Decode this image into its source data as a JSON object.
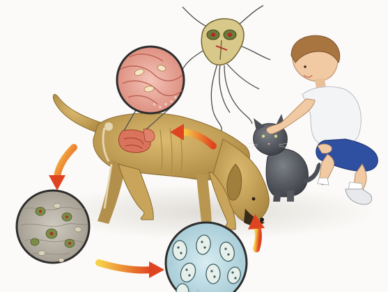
{
  "illustration": {
    "subject": "giardia-lifecycle-dog-cat-child",
    "parts": [
      {
        "name": "giardia-trophozoite",
        "color": "#d8c98a"
      },
      {
        "name": "intestine-closeup-magnifier",
        "color": "#e8a79a"
      },
      {
        "name": "dog",
        "color": "#c9a55b"
      },
      {
        "name": "cat",
        "color": "#5a5d63"
      },
      {
        "name": "child",
        "color": "#2f4fa0"
      },
      {
        "name": "feces-closeup-magnifier",
        "color": "#b7b2a6"
      },
      {
        "name": "cysts-closeup-magnifier",
        "color": "#bcd9e2"
      },
      {
        "name": "cycle-arrows",
        "color": "#e0542a"
      }
    ]
  }
}
